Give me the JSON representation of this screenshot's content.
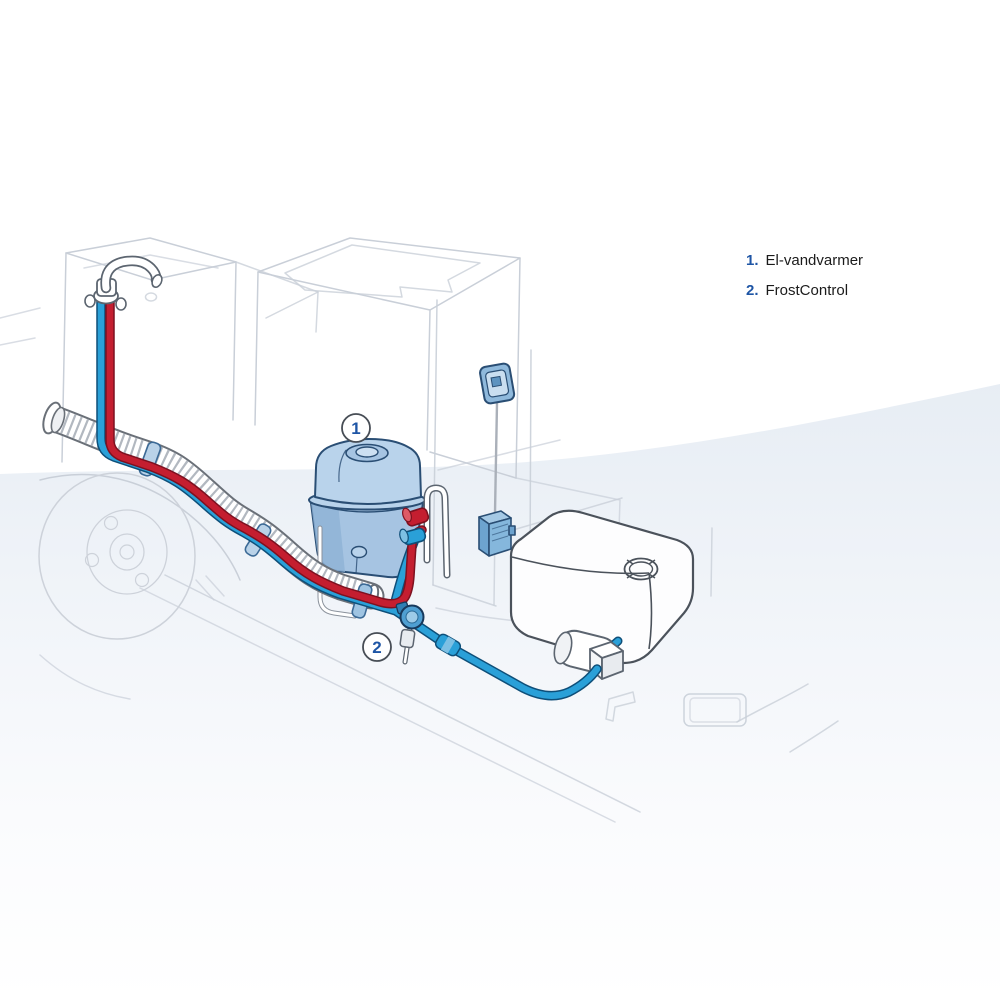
{
  "legend": {
    "items": [
      {
        "number": "1.",
        "label": "El-vandvarmer"
      },
      {
        "number": "2.",
        "label": "FrostControl"
      }
    ]
  },
  "callouts": {
    "water_heater": "1",
    "frost_control": "2"
  },
  "colors": {
    "hot_water_red": "#c41e30",
    "hot_water_red_dark": "#7d1120",
    "cold_water_blue": "#2aa0d8",
    "cold_water_blue_dark": "#0e4f79",
    "component_blue_fill": "#b9d3eb",
    "component_blue_stroke": "#2a4e74",
    "outline_faint_gray": "#c9cfd8",
    "outline_detail_gray": "#5c6570",
    "legend_number_blue": "#1e55a5",
    "background_tint": "#e7edf4"
  }
}
